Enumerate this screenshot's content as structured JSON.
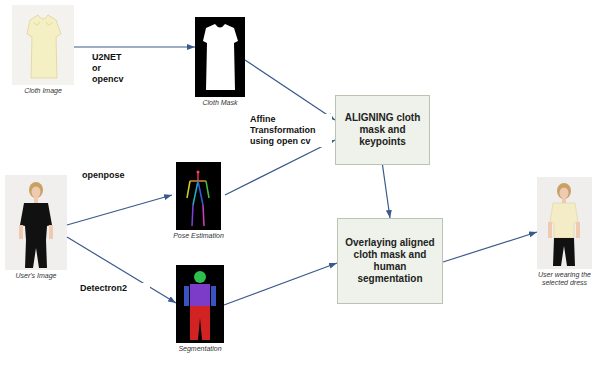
{
  "diagram": {
    "nodes": [
      {
        "text": [
          "Cloth Image"
        ]
      },
      {
        "text": [
          "Cloth Mask"
        ]
      },
      {
        "text": [
          "ALIGNING cloth mask and keypoints"
        ]
      },
      {
        "text": [
          "User's Image"
        ]
      },
      {
        "text": [
          "Pose Estimation"
        ]
      },
      {
        "text": [
          "Overlaying aligned cloth mask and human segmentation"
        ]
      },
      {
        "text": [
          "User wearing the selected dress"
        ]
      },
      {
        "text": [
          "Segmentation"
        ]
      }
    ],
    "edges": [
      {
        "from": 0,
        "to": 1,
        "label": "U2NET or opencv",
        "arrow": "to"
      },
      {
        "from": 1,
        "to": 2,
        "arrow": "to"
      },
      {
        "from": 2,
        "to": 5,
        "arrow": "to"
      },
      {
        "from": 3,
        "to": 4,
        "label": "openpose",
        "arrow": "to"
      },
      {
        "from": 4,
        "to": 2,
        "label": "Affine Transformation using open cv",
        "arrow": "to"
      },
      {
        "from": 3,
        "to": 7,
        "label": "Detectron2",
        "arrow": "to"
      },
      {
        "from": 7,
        "to": 5,
        "arrow": "to"
      },
      {
        "from": 5,
        "to": 6,
        "arrow": "to"
      }
    ]
  }
}
